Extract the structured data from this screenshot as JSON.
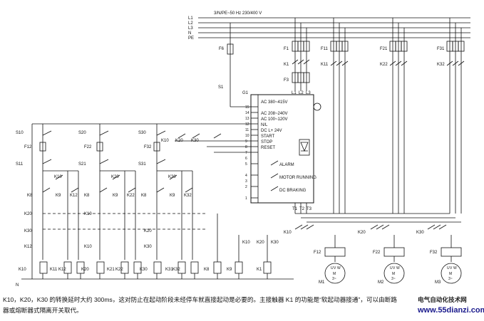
{
  "supply": {
    "label": "3/N/PE~50 Hz 230/400 V",
    "lines": [
      "L1",
      "L2",
      "L3",
      "N",
      "PE"
    ]
  },
  "devices": {
    "fuses_top": [
      "F6",
      "F1",
      "F11",
      "F21",
      "F31"
    ],
    "contactors_top": [
      "K1",
      "K11",
      "K22",
      "K32"
    ],
    "f3": "F3",
    "s1": "S1",
    "g1": "G1",
    "g1_terminals": [
      "L1",
      "L2",
      "L3"
    ],
    "g1_terminal_numbers": [
      "15",
      "14",
      "13",
      "12",
      "11",
      "10",
      "9",
      "8",
      "7",
      "6",
      "5",
      "4",
      "3",
      "2",
      "1"
    ],
    "g1_labels": [
      "AC 380~415V",
      "AC 208~240V",
      "AC 100~120V",
      "N/L",
      "DC L+ 24V",
      "START",
      "STOP",
      "RESET",
      "ALARM",
      "MOTOR RUNNING",
      "DC BRAKING"
    ],
    "g1_outputs": [
      "T1",
      "T2",
      "T3"
    ],
    "row_start_buttons": [
      "S10",
      "S20",
      "S30"
    ],
    "row_start_contacts": [
      "K10",
      "K20",
      "K30"
    ],
    "top_right_contacts": [
      "K10",
      "K20",
      "K30"
    ],
    "row_fuses": [
      "F12",
      "F22",
      "F32"
    ],
    "row_stop_buttons": [
      "S11",
      "S21",
      "S31"
    ],
    "k_column_labels": [
      "K10",
      "K20",
      "K30"
    ],
    "k_self_contacts": [
      "K10",
      "K20",
      "K30"
    ],
    "k_side_contacts": [
      "K11",
      "K12",
      "K21",
      "K22",
      "K31",
      "K32"
    ],
    "k_column_lower": [
      "K8",
      "K9",
      "K8",
      "K9",
      "K8",
      "K9"
    ],
    "k_mid": [
      "K20",
      "K10",
      "K30",
      "K20",
      "K10",
      "K30",
      "K12"
    ],
    "bottom_coils": [
      "K10",
      "K11",
      "K12",
      "K20",
      "K21",
      "K22",
      "K30",
      "K31",
      "K32",
      "K8",
      "K9",
      "K1"
    ],
    "mid_contacts": [
      "K10",
      "K20",
      "K30"
    ],
    "motor_contacts": [
      "K10",
      "K20",
      "K30"
    ],
    "overloads": [
      "F12",
      "F22",
      "F32"
    ],
    "motors": [
      {
        "name": "M1",
        "terminals": [
          "U",
          "V",
          "W"
        ],
        "symbol": "M",
        "phase": "3~"
      },
      {
        "name": "M2",
        "terminals": [
          "U",
          "V",
          "W"
        ],
        "symbol": "M",
        "phase": "3~"
      },
      {
        "name": "M3",
        "terminals": [
          "U",
          "V",
          "W"
        ],
        "symbol": "M",
        "phase": "3~"
      }
    ],
    "n_label": "N"
  },
  "caption": {
    "text": "K10，K20，K30 的转换延时大约 300ms，这对防止在起动阶段未经停车就直接起动是必要的。主接触器 K1 的功能是“软起动器接通”，可以由断路器或熔断器式隔离开关取代。"
  },
  "brand": {
    "site_cn": "电气自动化技术网",
    "url": "www.55dianzi.com"
  }
}
